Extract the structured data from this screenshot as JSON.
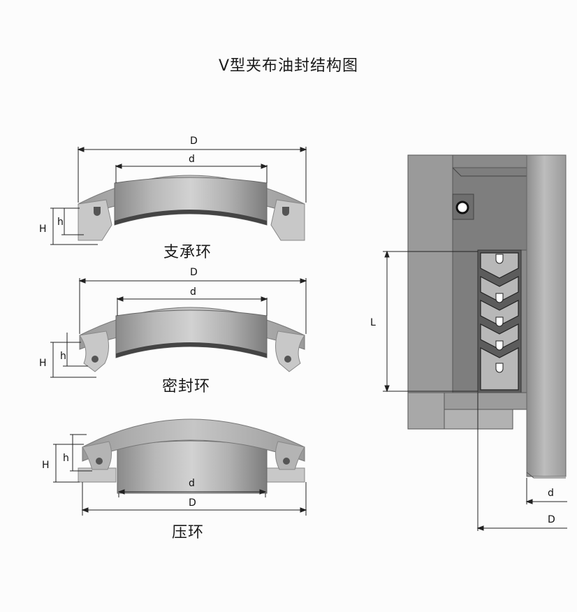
{
  "title": "V型夹布油封结构图",
  "rings": [
    {
      "caption": "支承环",
      "labels": {
        "D": "D",
        "d": "d",
        "H": "H",
        "h": "h"
      }
    },
    {
      "caption": "密封环",
      "labels": {
        "D": "D",
        "d": "d",
        "H": "H",
        "h": "h"
      }
    },
    {
      "caption": "压环",
      "labels": {
        "D": "D",
        "d": "d",
        "H": "H",
        "h": "h"
      }
    }
  ],
  "assembly": {
    "labels": {
      "L": "L",
      "d": "d",
      "D": "D"
    }
  }
}
